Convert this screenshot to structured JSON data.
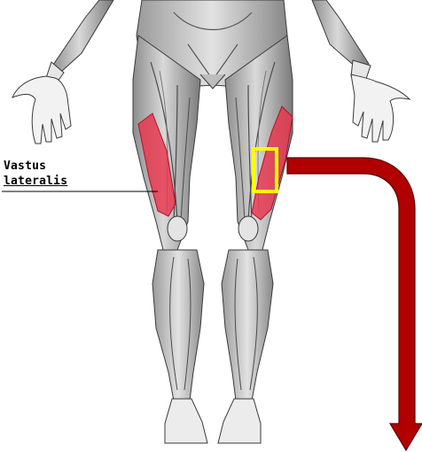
{
  "label": {
    "line1": "Vastus",
    "line2": "lateralis"
  },
  "colors": {
    "highlight_muscle": "#e8344c",
    "arrow": "#b00000",
    "arrow_edge": "#5a0000",
    "zoom_box": "#ffff00",
    "leader_line": "#000000",
    "body_skin": "#c9c9c9",
    "body_outline": "#3a3a3a"
  },
  "icons": {
    "figure": "leg-muscle-anatomy-illustration",
    "arrow": "curved-down-arrow-icon",
    "zoom_box": "zoom-box-icon"
  }
}
